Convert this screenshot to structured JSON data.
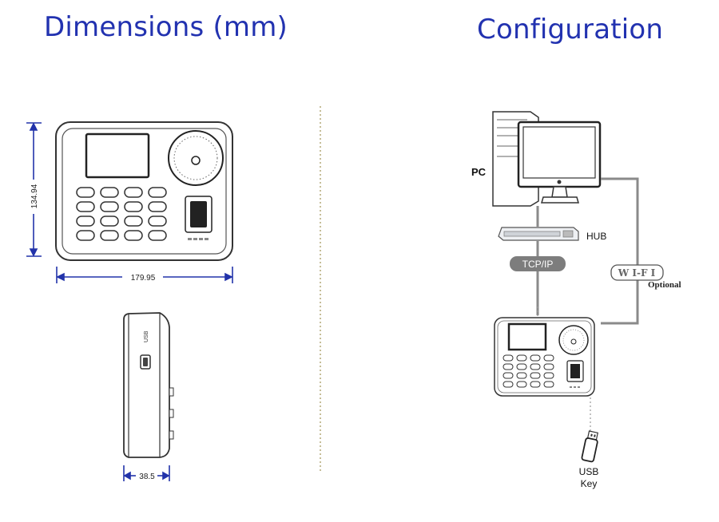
{
  "titles": {
    "dimensions": "Dimensions (mm)",
    "configuration": "Configuration"
  },
  "dimensions": {
    "height": "134.94",
    "width": "179.95",
    "depth": "38.5"
  },
  "config": {
    "pc_label": "PC",
    "hub_label": "HUB",
    "tcpip_label": "TCP/IP",
    "wifi_label": "W I-F I",
    "optional_label": "Optional",
    "usb_label_line1": "USB",
    "usb_label_line2": "Key"
  },
  "colors": {
    "title_blue": "#2232b0",
    "dimension_blue": "#2233aa",
    "connector_gray": "#8a8a8a",
    "badge_gray": "#7d7d7d"
  }
}
